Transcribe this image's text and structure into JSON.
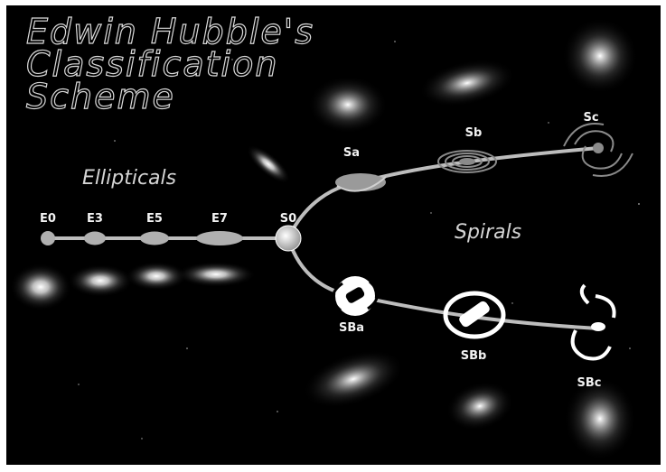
{
  "title": {
    "line1": "Edwin Hubble's",
    "line2": "Classification",
    "line3": "Scheme"
  },
  "groups": {
    "ellipticals": "Ellipticals",
    "spirals": "Spirals"
  },
  "types": {
    "e0": "E0",
    "e3": "E3",
    "e5": "E5",
    "e7": "E7",
    "s0": "S0",
    "sa": "Sa",
    "sb": "Sb",
    "sc": "Sc",
    "sba": "SBa",
    "sbb": "SBb",
    "sbc": "SBc"
  },
  "colors": {
    "background": "#000000",
    "track": "#bdbdbd",
    "label": "#f2f2f2",
    "title_outline": "#d9d9d9"
  }
}
